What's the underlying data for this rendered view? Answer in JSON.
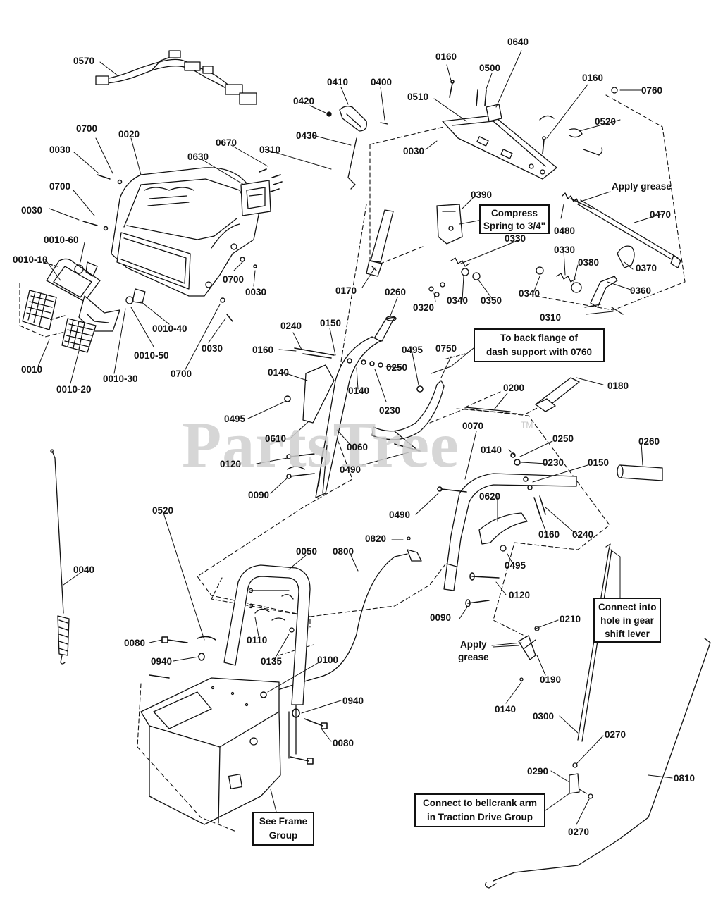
{
  "watermark": {
    "text": "PartsTree",
    "tm": "TM"
  },
  "notes": {
    "apply_grease_top": "Apply grease",
    "compress_spring": [
      "Compress",
      "Spring to 3/4\""
    ],
    "back_flange": [
      "To back flange of",
      "dash support with 0760"
    ],
    "connect_gear": [
      "Connect into",
      "hole in gear",
      "shift lever"
    ],
    "apply_grease_lower": [
      "Apply",
      "grease"
    ],
    "bellcrank": [
      "Connect to bellcrank arm",
      "in Traction Drive Group"
    ],
    "see_frame": [
      "See Frame",
      "Group"
    ]
  },
  "labels": [
    {
      "id": "0570",
      "text": "0570"
    },
    {
      "id": "0700a",
      "text": "0700"
    },
    {
      "id": "0020",
      "text": "0020"
    },
    {
      "id": "0030a",
      "text": "0030"
    },
    {
      "id": "0670",
      "text": "0670"
    },
    {
      "id": "0630",
      "text": "0630"
    },
    {
      "id": "0310a",
      "text": "0310"
    },
    {
      "id": "0700b",
      "text": "0700"
    },
    {
      "id": "0030b",
      "text": "0030"
    },
    {
      "id": "0010-60",
      "text": "0010-60"
    },
    {
      "id": "0010-10",
      "text": "0010-10"
    },
    {
      "id": "0700c",
      "text": "0700"
    },
    {
      "id": "0030c",
      "text": "0030"
    },
    {
      "id": "0010-40",
      "text": "0010-40"
    },
    {
      "id": "0010-50",
      "text": "0010-50"
    },
    {
      "id": "0010",
      "text": "0010"
    },
    {
      "id": "0010-30",
      "text": "0010-30"
    },
    {
      "id": "0010-20",
      "text": "0010-20"
    },
    {
      "id": "0700d",
      "text": "0700"
    },
    {
      "id": "0030d",
      "text": "0030"
    },
    {
      "id": "0410",
      "text": "0410"
    },
    {
      "id": "0400",
      "text": "0400"
    },
    {
      "id": "0420",
      "text": "0420"
    },
    {
      "id": "0430",
      "text": "0430"
    },
    {
      "id": "0160a",
      "text": "0160"
    },
    {
      "id": "0640",
      "text": "0640"
    },
    {
      "id": "0500",
      "text": "0500"
    },
    {
      "id": "0510",
      "text": "0510"
    },
    {
      "id": "0160b",
      "text": "0160"
    },
    {
      "id": "0760",
      "text": "0760"
    },
    {
      "id": "0520a",
      "text": "0520"
    },
    {
      "id": "0030e",
      "text": "0030"
    },
    {
      "id": "0390",
      "text": "0390"
    },
    {
      "id": "0470",
      "text": "0470"
    },
    {
      "id": "0480",
      "text": "0480"
    },
    {
      "id": "0330a",
      "text": "0330"
    },
    {
      "id": "0330b",
      "text": "0330"
    },
    {
      "id": "0380",
      "text": "0380"
    },
    {
      "id": "0370",
      "text": "0370"
    },
    {
      "id": "0170",
      "text": "0170"
    },
    {
      "id": "0260a",
      "text": "0260"
    },
    {
      "id": "0320",
      "text": "0320"
    },
    {
      "id": "0340a",
      "text": "0340"
    },
    {
      "id": "0350",
      "text": "0350"
    },
    {
      "id": "0340b",
      "text": "0340"
    },
    {
      "id": "0360",
      "text": "0360"
    },
    {
      "id": "0310b",
      "text": "0310"
    },
    {
      "id": "0240a",
      "text": "0240"
    },
    {
      "id": "0150a",
      "text": "0150"
    },
    {
      "id": "0160c",
      "text": "0160"
    },
    {
      "id": "0495a",
      "text": "0495"
    },
    {
      "id": "0750",
      "text": "0750"
    },
    {
      "id": "0140a",
      "text": "0140"
    },
    {
      "id": "0140b",
      "text": "0140"
    },
    {
      "id": "0250a",
      "text": "0250"
    },
    {
      "id": "0230a",
      "text": "0230"
    },
    {
      "id": "0200",
      "text": "0200"
    },
    {
      "id": "0180",
      "text": "0180"
    },
    {
      "id": "0495b",
      "text": "0495"
    },
    {
      "id": "0610",
      "text": "0610"
    },
    {
      "id": "0060",
      "text": "0060"
    },
    {
      "id": "0070",
      "text": "0070"
    },
    {
      "id": "0120a",
      "text": "0120"
    },
    {
      "id": "0490a",
      "text": "0490"
    },
    {
      "id": "0140c",
      "text": "0140"
    },
    {
      "id": "0250b",
      "text": "0250"
    },
    {
      "id": "0260b",
      "text": "0260"
    },
    {
      "id": "0230b",
      "text": "0230"
    },
    {
      "id": "0150b",
      "text": "0150"
    },
    {
      "id": "0090a",
      "text": "0090"
    },
    {
      "id": "0520b",
      "text": "0520"
    },
    {
      "id": "0490b",
      "text": "0490"
    },
    {
      "id": "0620",
      "text": "0620"
    },
    {
      "id": "0160d",
      "text": "0160"
    },
    {
      "id": "0240b",
      "text": "0240"
    },
    {
      "id": "0820",
      "text": "0820"
    },
    {
      "id": "0050",
      "text": "0050"
    },
    {
      "id": "0800",
      "text": "0800"
    },
    {
      "id": "0495c",
      "text": "0495"
    },
    {
      "id": "0040",
      "text": "0040"
    },
    {
      "id": "0120b",
      "text": "0120"
    },
    {
      "id": "0090b",
      "text": "0090"
    },
    {
      "id": "0210",
      "text": "0210"
    },
    {
      "id": "0080a",
      "text": "0080"
    },
    {
      "id": "0110",
      "text": "0110"
    },
    {
      "id": "0940a",
      "text": "0940"
    },
    {
      "id": "0135",
      "text": "0135"
    },
    {
      "id": "0100",
      "text": "0100"
    },
    {
      "id": "0190",
      "text": "0190"
    },
    {
      "id": "0940b",
      "text": "0940"
    },
    {
      "id": "0080b",
      "text": "0080"
    },
    {
      "id": "0140d",
      "text": "0140"
    },
    {
      "id": "0300",
      "text": "0300"
    },
    {
      "id": "0270a",
      "text": "0270"
    },
    {
      "id": "0290",
      "text": "0290"
    },
    {
      "id": "0810",
      "text": "0810"
    },
    {
      "id": "0270b",
      "text": "0270"
    }
  ]
}
